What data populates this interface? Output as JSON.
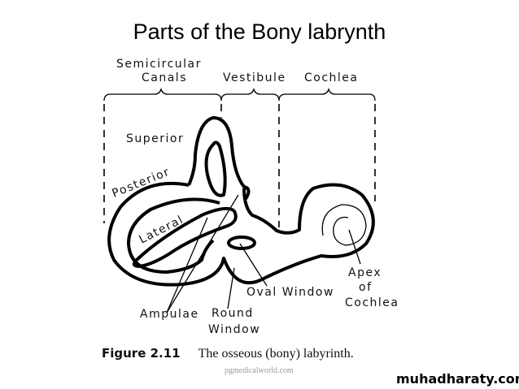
{
  "slide": {
    "title": "Parts of the Bony labrynth",
    "diagram_labels": {
      "semicircular": "Semicircular",
      "canals": "Canals",
      "vestibule": "Vestibule",
      "cochlea": "Cochlea",
      "superior": "Superior",
      "posterior": "Posterior",
      "lateral": "Lateral",
      "oval_window": "Oval Window",
      "apex": "Apex",
      "of": "of",
      "apex_cochlea": "Cochlea",
      "ampulae": "Ampulae",
      "round": "Round",
      "window": "Window"
    },
    "caption": {
      "figure": "Figure 2.11",
      "text": "The osseous (bony) labyrinth."
    },
    "source": "pgmedicalworld.com",
    "brand": "muhadharaty.com"
  }
}
